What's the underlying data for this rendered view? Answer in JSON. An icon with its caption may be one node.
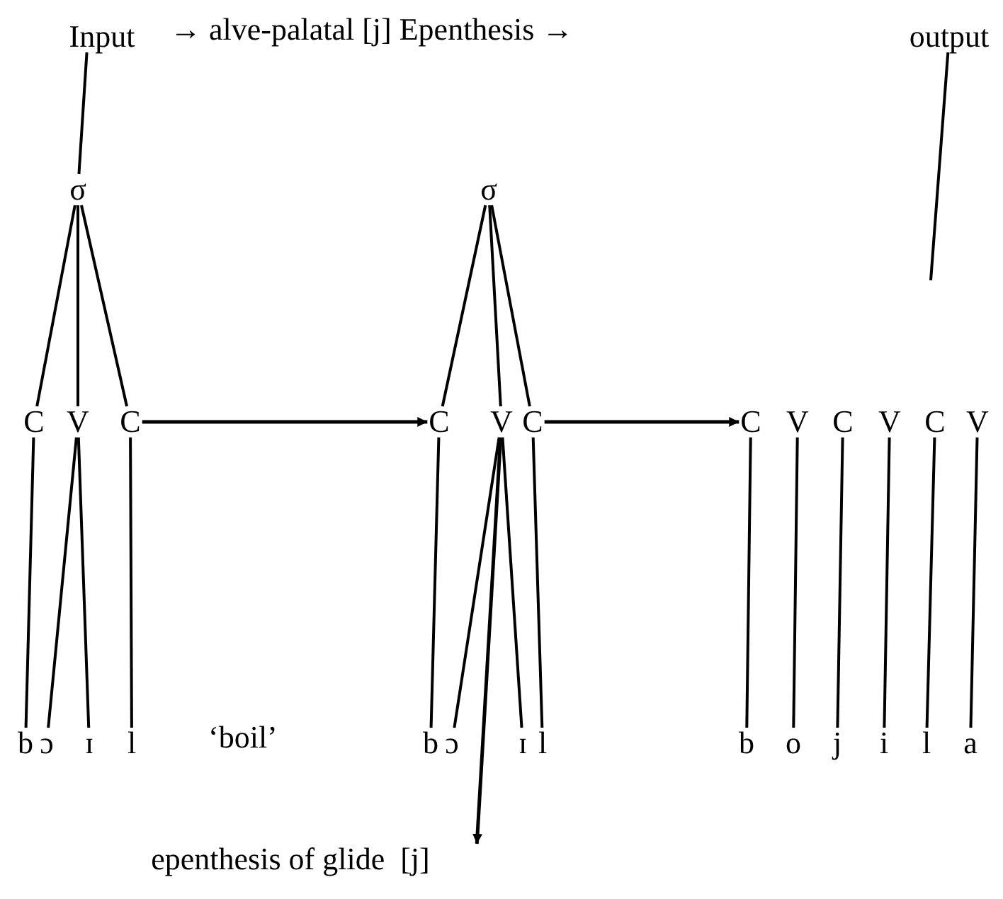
{
  "diagram": {
    "nodes": [
      {
        "text": [
          "Input"
        ]
      },
      {
        "text": [
          "output"
        ]
      },
      {
        "text": [
          "σ"
        ]
      },
      {
        "text": [
          "σ"
        ]
      },
      {
        "text": [
          "C"
        ]
      },
      {
        "text": [
          "V"
        ]
      },
      {
        "text": [
          "C"
        ]
      },
      {
        "text": [
          "C"
        ]
      },
      {
        "text": [
          "V"
        ]
      },
      {
        "text": [
          "C"
        ]
      },
      {
        "text": [
          "C"
        ]
      },
      {
        "text": [
          "V"
        ]
      },
      {
        "text": [
          "C"
        ]
      },
      {
        "text": [
          "V"
        ]
      },
      {
        "text": [
          "C"
        ]
      },
      {
        "text": [
          "V"
        ]
      },
      {
        "text": [
          "b"
        ]
      },
      {
        "text": [
          "ɔ"
        ]
      },
      {
        "text": [
          "ɪ"
        ]
      },
      {
        "text": [
          "l"
        ]
      },
      {
        "text": [
          "b"
        ]
      },
      {
        "text": [
          "ɔ"
        ]
      },
      {
        "text": [
          "ɪ"
        ]
      },
      {
        "text": [
          "l"
        ]
      },
      {
        "text": [
          "b"
        ]
      },
      {
        "text": [
          "o"
        ]
      },
      {
        "text": [
          "j"
        ]
      },
      {
        "text": [
          "i"
        ]
      },
      {
        "text": [
          "l"
        ]
      },
      {
        "text": [
          "a"
        ]
      },
      {
        "text": [
          "epenthesis of glide  [j]"
        ]
      }
    ],
    "edges": [
      {
        "from": 0,
        "to": 2,
        "arrow": "none"
      },
      {
        "from": 1,
        "to": null,
        "arrow": "none"
      },
      {
        "from": 2,
        "to": 4,
        "arrow": "none"
      },
      {
        "from": 2,
        "to": 5,
        "arrow": "none"
      },
      {
        "from": 2,
        "to": 6,
        "arrow": "none"
      },
      {
        "from": 3,
        "to": 7,
        "arrow": "none"
      },
      {
        "from": 3,
        "to": 8,
        "arrow": "none"
      },
      {
        "from": 3,
        "to": 9,
        "arrow": "none"
      },
      {
        "from": 6,
        "to": 7,
        "arrow": "to"
      },
      {
        "from": 9,
        "to": 10,
        "arrow": "to"
      },
      {
        "from": 4,
        "to": 16,
        "arrow": "none"
      },
      {
        "from": 5,
        "to": 17,
        "arrow": "none"
      },
      {
        "from": 5,
        "to": 18,
        "arrow": "none"
      },
      {
        "from": 6,
        "to": 19,
        "arrow": "none"
      },
      {
        "from": 7,
        "to": 20,
        "arrow": "none"
      },
      {
        "from": 8,
        "to": 21,
        "arrow": "none"
      },
      {
        "from": 8,
        "to": 22,
        "arrow": "none"
      },
      {
        "from": 9,
        "to": 23,
        "arrow": "none"
      },
      {
        "from": 8,
        "to": 30,
        "arrow": "to"
      },
      {
        "from": 10,
        "to": 24,
        "arrow": "none"
      },
      {
        "from": 11,
        "to": 25,
        "arrow": "none"
      },
      {
        "from": 12,
        "to": 26,
        "arrow": "none"
      },
      {
        "from": 13,
        "to": 27,
        "arrow": "none"
      },
      {
        "from": 14,
        "to": 28,
        "arrow": "none"
      },
      {
        "from": 15,
        "to": 29,
        "arrow": "none"
      }
    ],
    "labels": [
      "→ alve-palatal [j] Epenthesis →",
      "‘boil’"
    ]
  }
}
